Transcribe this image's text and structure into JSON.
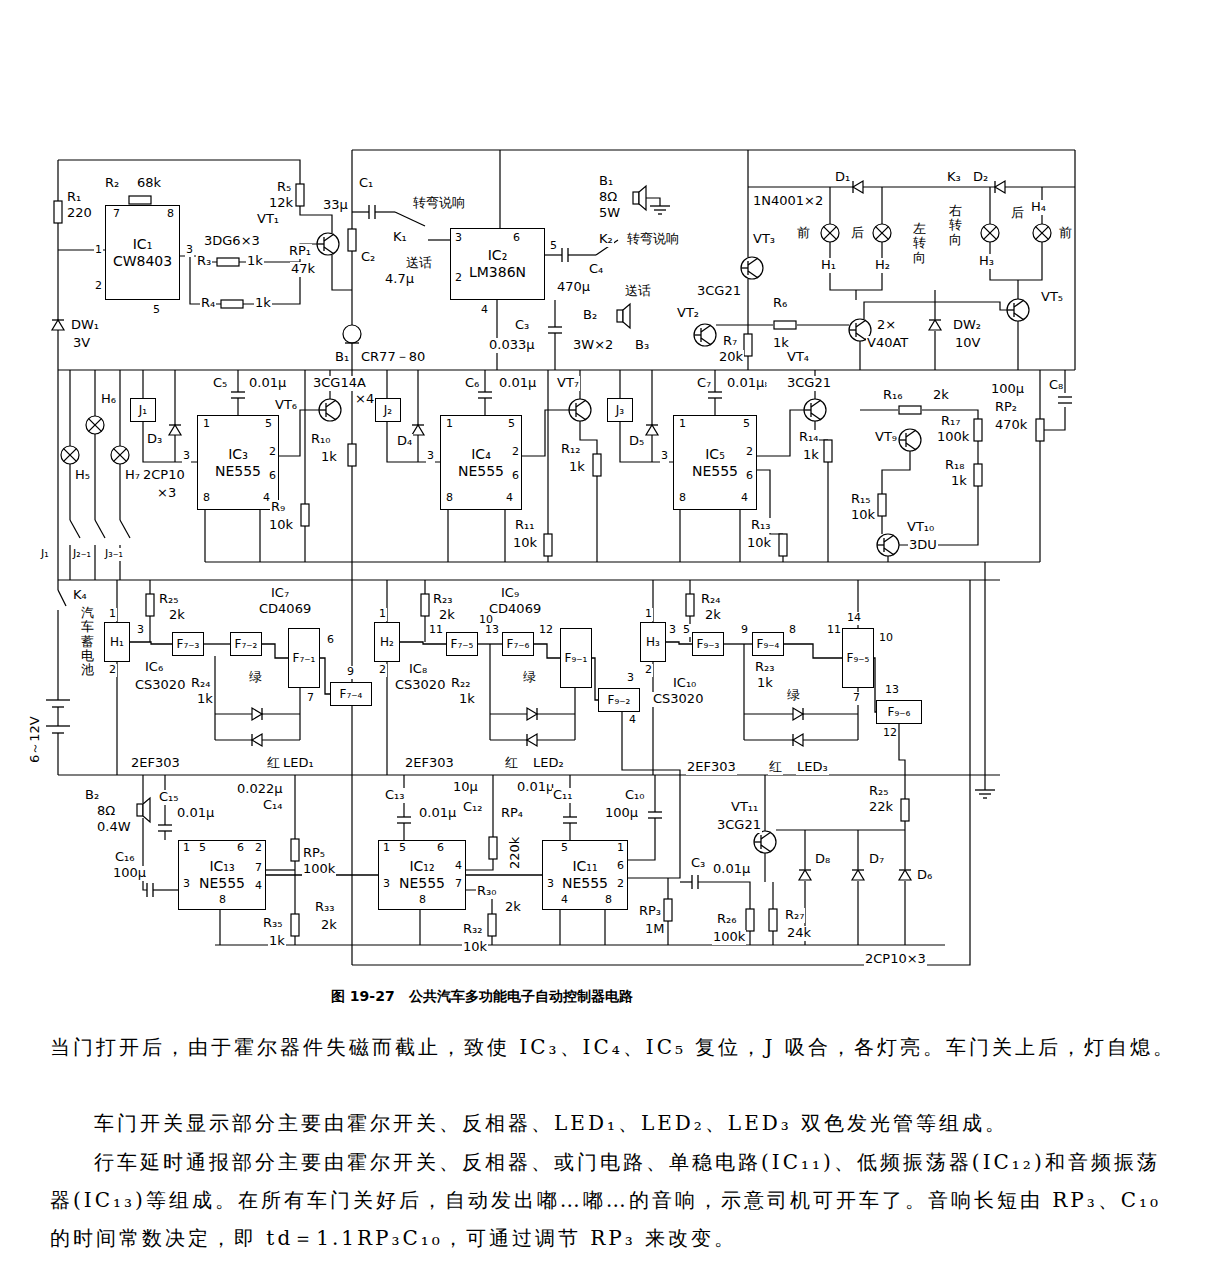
{
  "diagram": {
    "caption": "图 19-27　公共汽车多功能电子自动控制器电路",
    "nodes": [
      {
        "text": [
          "IC₁",
          "CW8403"
        ]
      },
      {
        "text": [
          "IC₂",
          "LM386N"
        ]
      },
      {
        "text": [
          "IC₃",
          "NE555"
        ]
      },
      {
        "text": [
          "IC₄",
          "NE555"
        ]
      },
      {
        "text": [
          "IC₅",
          "NE555"
        ]
      },
      {
        "text": [
          "J₁"
        ]
      },
      {
        "text": [
          "J₂"
        ]
      },
      {
        "text": [
          "J₃"
        ]
      },
      {
        "text": [
          "H₁"
        ]
      },
      {
        "text": [
          "F₇₋₃"
        ]
      },
      {
        "text": [
          "F₇₋₂"
        ]
      },
      {
        "text": [
          "F₇₋₁"
        ]
      },
      {
        "text": [
          "F₇₋₄"
        ]
      },
      {
        "text": [
          "H₂"
        ]
      },
      {
        "text": [
          "F₇₋₅"
        ]
      },
      {
        "text": [
          "F₇₋₆"
        ]
      },
      {
        "text": [
          "F₉₋₁"
        ]
      },
      {
        "text": [
          "F₉₋₂"
        ]
      },
      {
        "text": [
          "H₃"
        ]
      },
      {
        "text": [
          "F₉₋₃"
        ]
      },
      {
        "text": [
          "F₉₋₄"
        ]
      },
      {
        "text": [
          "F₉₋₅"
        ]
      },
      {
        "text": [
          "F₉₋₆"
        ]
      },
      {
        "text": [
          "IC₁₃",
          "NE555"
        ]
      },
      {
        "text": [
          "IC₁₂",
          "NE555"
        ]
      },
      {
        "text": [
          "IC₁₁",
          "NE555"
        ]
      }
    ],
    "edges": [
      {
        "from": 8,
        "to": 9,
        "arrow": "none"
      },
      {
        "from": 9,
        "to": 10,
        "arrow": "none"
      },
      {
        "from": 10,
        "to": 11,
        "arrow": "none"
      },
      {
        "from": 11,
        "to": 12,
        "arrow": "none"
      },
      {
        "from": 13,
        "to": 14,
        "arrow": "none"
      },
      {
        "from": 14,
        "to": 15,
        "arrow": "none"
      },
      {
        "from": 15,
        "to": 16,
        "arrow": "none"
      },
      {
        "from": 16,
        "to": 17,
        "arrow": "none"
      },
      {
        "from": 18,
        "to": 19,
        "arrow": "none"
      },
      {
        "from": 19,
        "to": 20,
        "arrow": "none"
      },
      {
        "from": 20,
        "to": 21,
        "arrow": "none"
      },
      {
        "from": 21,
        "to": 22,
        "arrow": "none"
      },
      {
        "from": 25,
        "to": 24,
        "arrow": "none"
      },
      {
        "from": 24,
        "to": 23,
        "arrow": "none"
      }
    ],
    "labels": [
      "R₁",
      "220",
      "R₂",
      "68k",
      "7",
      "8",
      "1",
      "3",
      "2",
      "5",
      "DW₁",
      "3V",
      "3DG6×3",
      "R₃",
      "1k",
      "R₄",
      "1k",
      "R₅",
      "12k",
      "VT₁",
      "RP₁",
      "47k",
      "33μ",
      "C₁",
      "转弯说响",
      "K₁",
      "C₂",
      "送话",
      "4.7μ",
      "B₁",
      "CR77－80",
      "3",
      "6",
      "2",
      "5",
      "4",
      "C₃",
      "0.033μ",
      "C₄",
      "470μ",
      "B₁",
      "8Ω",
      "5W",
      "K₂",
      "转弯说响",
      "送话",
      "B₂",
      "3W×2",
      "B₃",
      "VT₃",
      "3CG21",
      "VT₂",
      "R₇",
      "20k",
      "R₆",
      "1k",
      "VT₄",
      "1N4001×2",
      "D₁",
      "前",
      "后",
      "H₁",
      "H₂",
      "左转向",
      "K₃",
      "右转向",
      "D₂",
      "后",
      "H₃",
      "H₄",
      "前",
      "2×",
      "V40AT",
      "DW₂",
      "10V",
      "VT₅",
      "C₈",
      "100μ",
      "RP₂",
      "470k",
      "R₁₆",
      "2k",
      "VT₉",
      "R₁₇",
      "100k",
      "R₁₈",
      "1k",
      "R₁₅",
      "10k",
      "VT₁₀",
      "3DU",
      "VT₈",
      "3CG21",
      "R₁₄",
      "1k",
      "R₁₃",
      "10k",
      "H₆",
      "H₅",
      "H₇",
      "D₃",
      "3",
      "2CP10",
      "×3",
      "C₅",
      "0.01μ",
      "1",
      "5",
      "2",
      "6",
      "8",
      "4",
      "3CG14A",
      "×4",
      "VT₆",
      "R₁₀",
      "1k",
      "R₉",
      "10k",
      "D₄",
      "3",
      "C₆",
      "0.01μ",
      "1",
      "5",
      "2",
      "6",
      "8",
      "4",
      "VT₇",
      "R₁₂",
      "1k",
      "R₁₁",
      "10k",
      "D₅",
      "3",
      "C₇",
      "0.01μ",
      "1",
      "5",
      "2",
      "6",
      "8",
      "4",
      "J₁",
      "J₂₋₁",
      "J₃₋₁",
      "K₄",
      "汽车蓄电池",
      "6～12V",
      "R₂₅",
      "2k",
      "IC₇",
      "CD4069",
      "1",
      "2",
      "3",
      "IC₆",
      "CS3020",
      "R₂₄",
      "1k",
      "绿",
      "2EF303",
      "红",
      "LED₁",
      "6",
      "9",
      "7",
      "IC₉",
      "CD4069",
      "R₂₃",
      "2k",
      "1",
      "2",
      "11",
      "10",
      "13",
      "12",
      "IC₈",
      "CS3020",
      "R₂₂",
      "1k",
      "绿",
      "2EF303",
      "红",
      "LED₂",
      "3",
      "4",
      "R₂₄",
      "2k",
      "1",
      "2",
      "3",
      "5",
      "9",
      "8",
      "11",
      "IC₁₀",
      "CS3020",
      "R₂₃",
      "1k",
      "绿",
      "2EF303",
      "红",
      "LED₃",
      "14",
      "10",
      "7",
      "13",
      "12",
      "B₂",
      "8Ω",
      "0.4W",
      "C₁₆",
      "100μ",
      "C₁₅",
      "0.01μ",
      "0.022μ",
      "C₁₄",
      "1",
      "5",
      "6",
      "2",
      "7",
      "3",
      "4",
      "8",
      "RP₅",
      "100k",
      "R₃₅",
      "1k",
      "R₃₃",
      "2k",
      "C₁₃",
      "0.01μ",
      "10μ",
      "0.01μ",
      "C₁₂",
      "RP₄",
      "220k",
      "1",
      "5",
      "6",
      "4",
      "3",
      "7",
      "8",
      "R₃₀",
      "2k",
      "R₃₂",
      "10k",
      "C₁₁",
      "5",
      "1",
      "6",
      "3",
      "2",
      "4",
      "8",
      "C₁₀",
      "100μ",
      "RP₃",
      "1M",
      "VT₁₁",
      "3CG21",
      "C₃",
      "0.01μ",
      "R₂₆",
      "100k",
      "R₂₇",
      "24k",
      "D₈",
      "D₇",
      "D₆",
      "R₂₅",
      "22k",
      "2CP10×3",
      "当门打开后，由于霍尔器件失磁而截止，致使 IC₃、IC₄、IC₅ 复位，J 吸合，各灯亮。车门关上后，灯自熄。",
      "车门开关显示部分主要由霍尔开关、反相器、LED₁、LED₂、LED₃ 双色发光管等组成。",
      "行车延时通报部分主要由霍尔开关、反相器、或门电路、单稳电路(IC₁₁)、低频振荡器(IC₁₂)和音频振荡器(IC₁₃)等组成。在所有车门关好后，自动发出嘟…嘟…的音响，示意司机可开车了。音响长短由 RP₃、C₁₀的时间常数决定，即 td＝1.1RP₃C₁₀，可通过调节 RP₃ 来改变。"
    ]
  }
}
